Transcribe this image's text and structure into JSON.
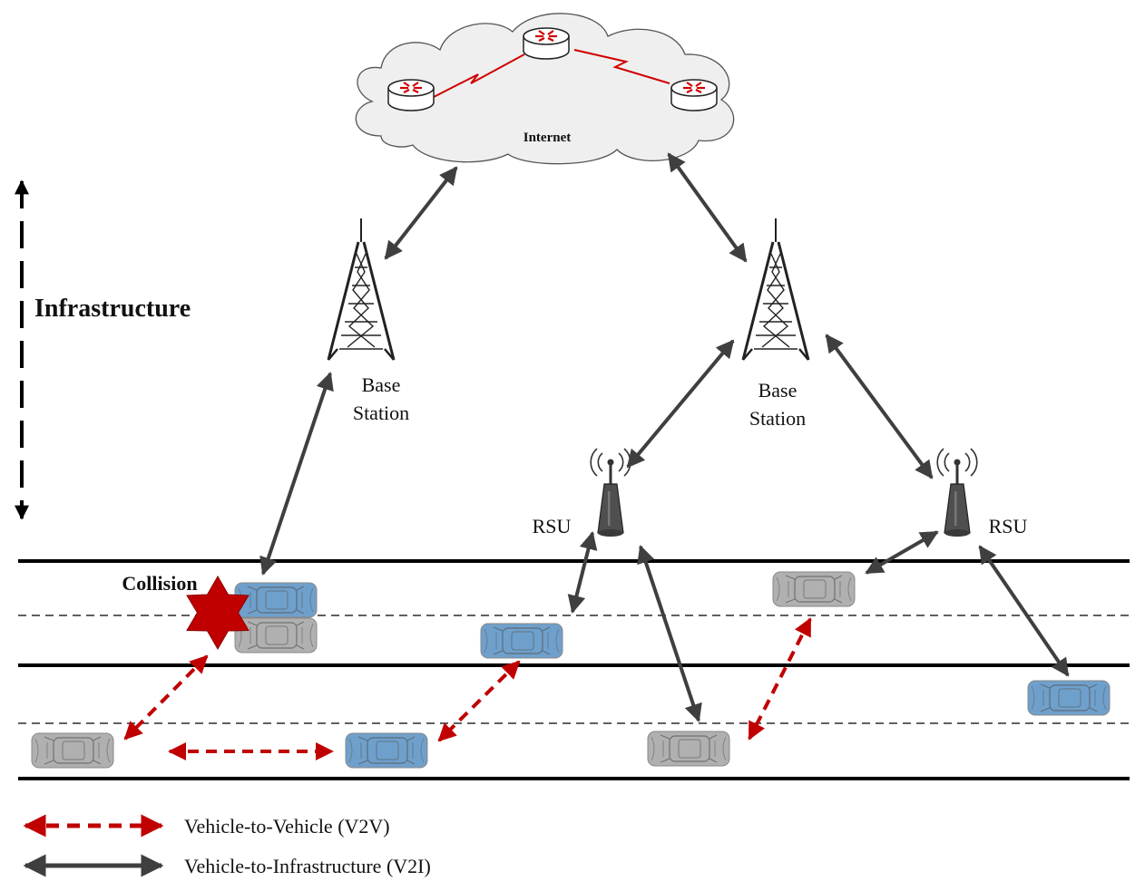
{
  "labels": {
    "internet": "Internet",
    "infrastructure": "Infrastructure",
    "base_station_left_1": "Base",
    "base_station_left_2": "Station",
    "base_station_right_1": "Base",
    "base_station_right_2": "Station",
    "rsu_left": "RSU",
    "rsu_right": "RSU",
    "collision": "Collision"
  },
  "legend": {
    "v2v": "Vehicle-to-Vehicle (V2V)",
    "v2i": "Vehicle-to-Infrastructure (V2I)"
  },
  "colors": {
    "v2v_arrow": "#c00000",
    "v2i_arrow": "#3f3f3f",
    "car_blue": "#6fa0cc",
    "car_gray": "#b0b0b0",
    "collision_star": "#c00000",
    "cloud_fill": "#efefef"
  },
  "icons": {
    "router": "router-icon",
    "tower": "cell-tower-icon",
    "rsu": "rsu-antenna-icon",
    "car": "car-icon",
    "collision": "collision-star-icon"
  }
}
